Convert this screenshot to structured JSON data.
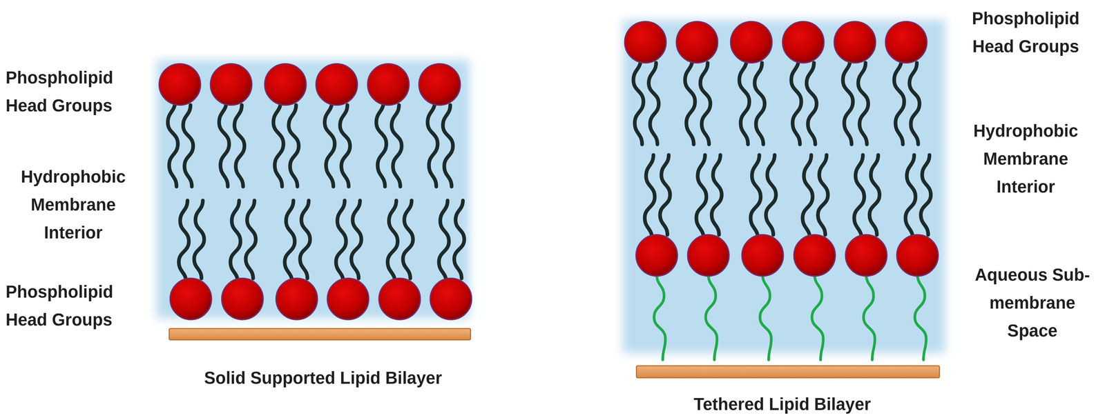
{
  "diagram": {
    "labels": [
      "Phospholipid Head Groups",
      "Hydrophobic Membrane Interior",
      "Phospholipid Head Groups",
      "Solid Supported Lipid Bilayer",
      "Phospholipid Head Groups",
      "Hydrophobic Membrane Interior",
      "Aqueous Sub-membrane Space",
      "Tethered Lipid Bilayer"
    ]
  }
}
